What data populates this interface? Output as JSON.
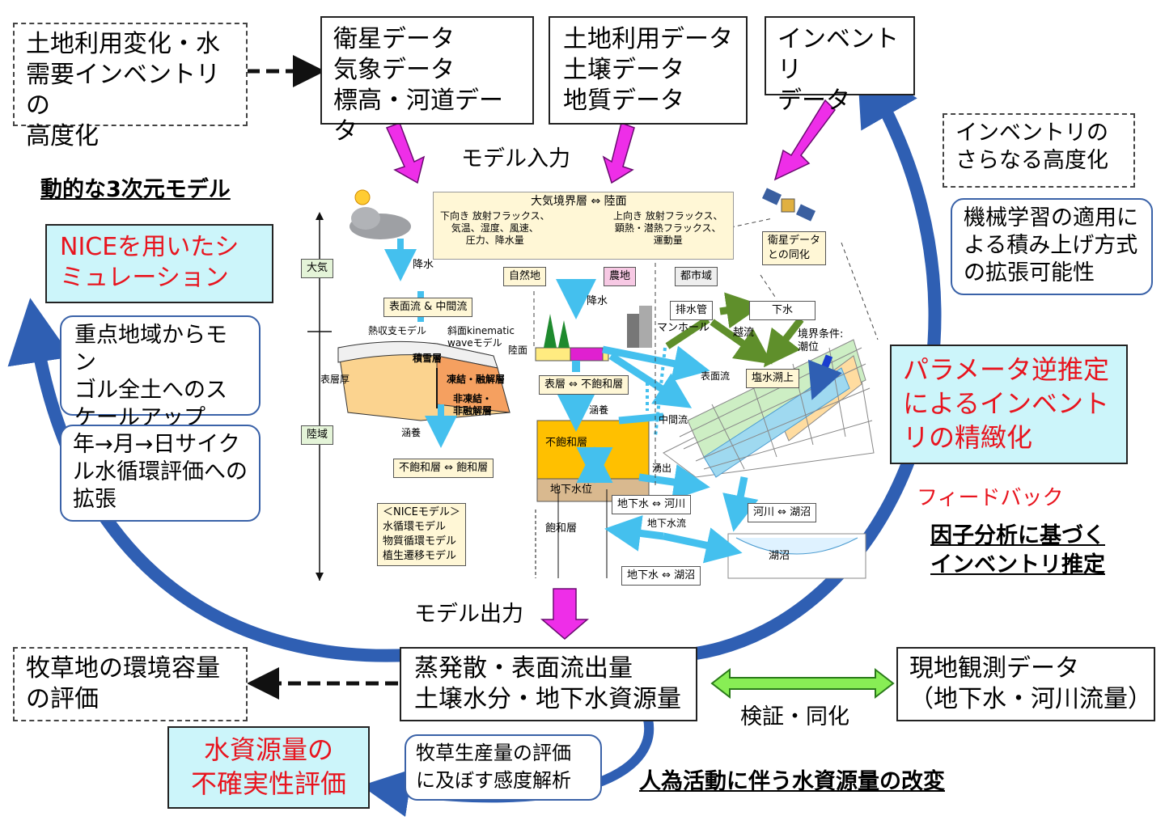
{
  "top_boxes": {
    "inventory_advance": "土地利用変化・水\n需要インベントリの\n高度化",
    "satellite": "衛星データ\n気象データ\n標高・河道データ",
    "landuse": "土地利用データ\n土壌データ\n地質データ",
    "inventory_data": "インベントリ\nデータ"
  },
  "model_input": "モデル入力",
  "model_output": "モデル出力",
  "left": {
    "heading": "動的な3次元モデル",
    "nice_sim": "NICEを用いたシ\nミュレーション",
    "scaleup": "重点地域からモン\nゴル全土へのス\nケールアップ",
    "cycle": "年→月→日サイク\nル水循環評価への\n拡張"
  },
  "right": {
    "further": "インベントリの\nさらなる高度化",
    "ml": "機械学習の適用に\nよる積み上げ方式\nの拡張可能性",
    "param": "パラメータ逆推定\nによるインベント\nリの精緻化",
    "feedback": "フィードバック",
    "factor": "因子分析に基づく\nインベントリ推定"
  },
  "bottom": {
    "pasture": "牧草地の環境容量\nの評価",
    "output": "蒸発散・表面流出量\n土壌水分・地下水資源量",
    "obs": "現地観測データ\n（地下水・河川流量）",
    "verify": "検証・同化",
    "uncert": "水資源量の\n不確実性評価",
    "sens": "牧草生産量の評価\nに及ぼす感度解析",
    "human": "人為活動に伴う水資源量の改変"
  },
  "diagram": {
    "atm_boundary_title": "大気境界層 ⇔ 陸面",
    "down_flux": "下向き 放射フラックス、\n気温、湿度、風速、\n圧力、降水量",
    "up_flux": "上向き 放射フラックス、\n顕熱・潜熱フラックス、\n運動量",
    "sat_assim": "衛星データ\nとの同化",
    "atmosphere": "大気",
    "land": "陸域",
    "precip": "降水",
    "precip2": "降水",
    "surface_inter": "表面流 & 中間流",
    "natural": "自然地",
    "farm": "農地",
    "urban": "都市域",
    "sewer_pipe": "排水管",
    "sewer": "下水",
    "manhole": "マンホール",
    "overflow": "越流",
    "boundary": "境界条件:\n潮位",
    "saltwater": "塩水溯上",
    "heat_model": "熱収支モデル",
    "kinematic": "斜面kinematic\nwaveモデル",
    "snow": "積雪層",
    "land_surface": "陸面",
    "surface_depth": "表層厚",
    "freeze": "凍結・融解層",
    "nonfreeze": "非凍結・\n非融解層",
    "recharge": "涵養",
    "recharge2": "涵養",
    "surface_unsat": "表層 ⇔ 不飽和層",
    "unsat_sat": "不飽和層 ⇔ 飽和層",
    "surface_flow": "表面流",
    "inter_flow": "中間流",
    "unsat_layer": "不飽和層",
    "gw_level": "地下水位",
    "seepage": "湧出",
    "gw_river": "地下水 ⇔ 河川",
    "gw_flow": "地下水流",
    "river_lake": "河川 ⇔ 湖沼",
    "sat_layer": "飽和層",
    "lake": "湖沼",
    "gw_lake": "地下水 ⇔ 湖沼",
    "nice_models": "＜NICEモデル＞\n水循環モデル\n物質循環モデル\n植生遷移モデル"
  }
}
